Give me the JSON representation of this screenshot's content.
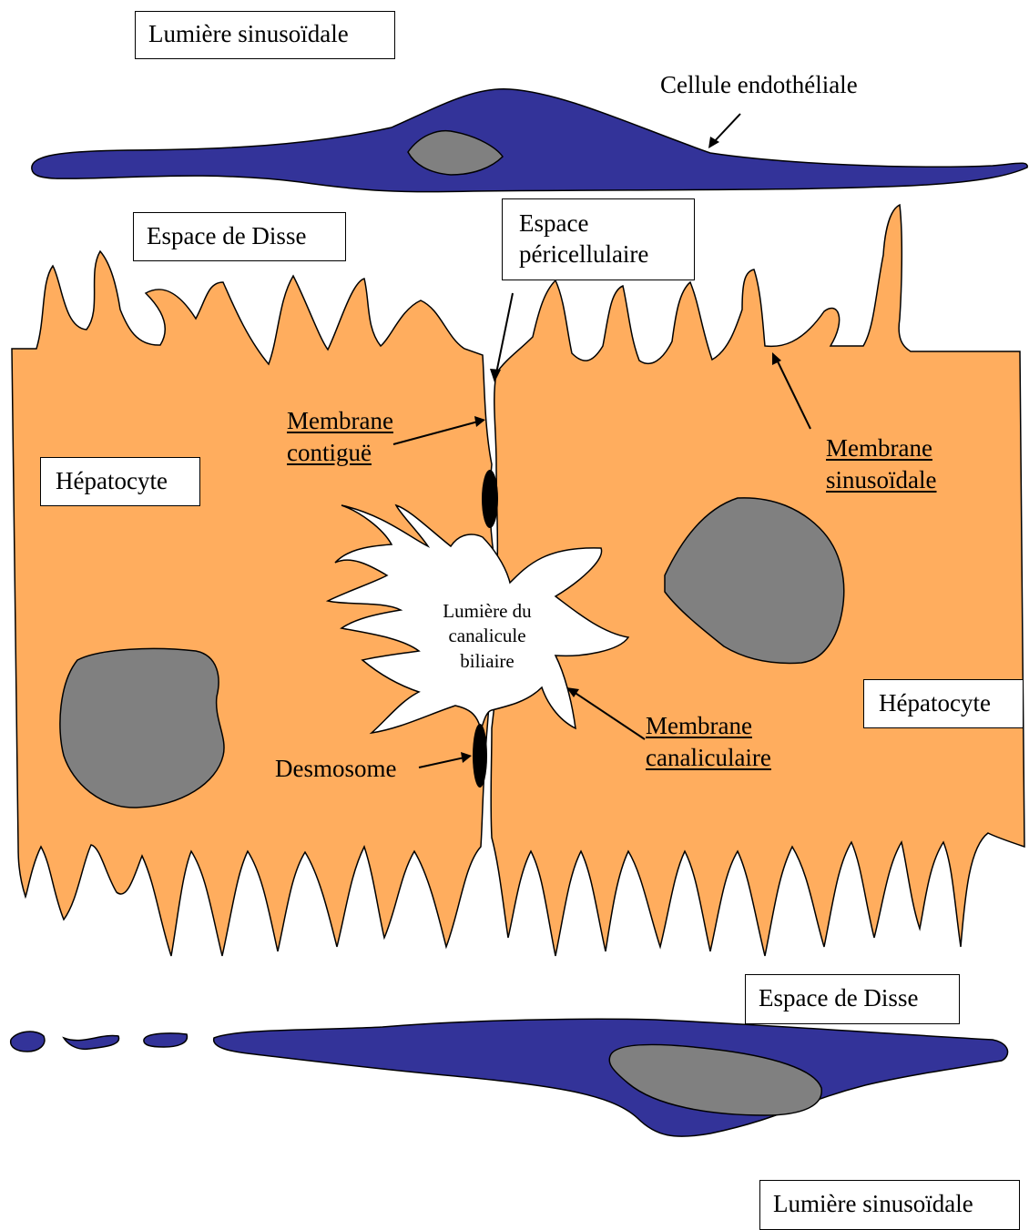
{
  "labels": {
    "sinusoid_lumen_top": "Lumière sinusoïdale",
    "endothelial_cell": "Cellule endothéliale",
    "disse_space_top": "Espace de Disse",
    "pericellular_space_line1": "Espace",
    "pericellular_space_line2": "péricellulaire",
    "contiguous_membrane_line1": "Membrane",
    "contiguous_membrane_line2": "contiguë",
    "hepatocyte_left": "Hépatocyte",
    "sinusoidal_membrane_line1": "Membrane",
    "sinusoidal_membrane_line2": "sinusoïdale",
    "canaliculus_line1": "Lumière du",
    "canaliculus_line2": "canalicule",
    "canaliculus_line3": "biliaire",
    "hepatocyte_right": "Hépatocyte",
    "canalicular_membrane_line1": "Membrane",
    "canalicular_membrane_line2": "canaliculaire",
    "desmosome": "Desmosome",
    "disse_space_bottom": "Espace de Disse",
    "sinusoid_lumen_bottom": "Lumière sinusoïdale"
  },
  "colors": {
    "hepatocyte_fill": "#FFAD5E",
    "endothelium_fill": "#333399",
    "nucleus_fill": "#808080",
    "outline": "#000000",
    "background": "#FFFFFF"
  }
}
